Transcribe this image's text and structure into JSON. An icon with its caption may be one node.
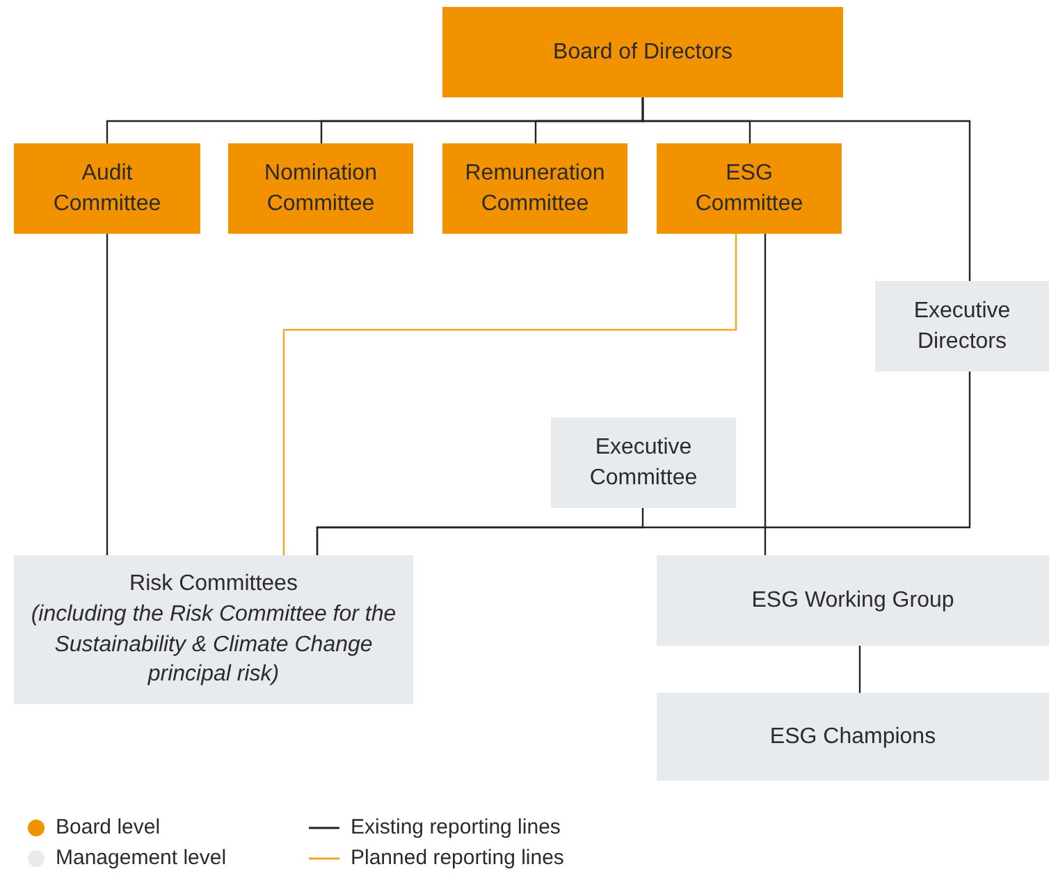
{
  "diagram": {
    "nodes": [
      {
        "text": [
          "Board of Directors"
        ]
      },
      {
        "text": [
          "Audit Committee"
        ]
      },
      {
        "text": [
          "Nomination Committee"
        ]
      },
      {
        "text": [
          "Remuneration Committee"
        ]
      },
      {
        "text": [
          "ESG Committee"
        ]
      },
      {
        "text": [
          "Executive Directors"
        ]
      },
      {
        "text": [
          "Executive Committee"
        ]
      },
      {
        "text": [
          "Risk Committees",
          "(including the Risk Committee for the Sustainability & Climate Change principal risk)"
        ]
      },
      {
        "text": [
          "ESG Working Group"
        ]
      },
      {
        "text": [
          "ESG Champions"
        ]
      }
    ],
    "edges": [
      {
        "from": 0,
        "to": 1,
        "arrow": "none"
      },
      {
        "from": 0,
        "to": 2,
        "arrow": "none"
      },
      {
        "from": 0,
        "to": 3,
        "arrow": "none"
      },
      {
        "from": 0,
        "to": 4,
        "arrow": "none"
      },
      {
        "from": 0,
        "to": 5,
        "arrow": "none"
      },
      {
        "from": 1,
        "to": 7,
        "arrow": "none"
      },
      {
        "from": 4,
        "to": 7,
        "arrow": "none",
        "color": "#f5a623"
      },
      {
        "from": 4,
        "to": 8,
        "arrow": "none"
      },
      {
        "from": 6,
        "to": 7,
        "arrow": "none"
      },
      {
        "from": 5,
        "to": 7,
        "arrow": "none"
      },
      {
        "from": 8,
        "to": 9,
        "arrow": "none"
      }
    ],
    "legend": [
      {
        "text": "Board level",
        "color": "#f39200"
      },
      {
        "text": "Management level",
        "color": "#e8ebee"
      },
      {
        "text": "Existing reporting lines"
      },
      {
        "text": "Planned reporting lines"
      }
    ]
  }
}
